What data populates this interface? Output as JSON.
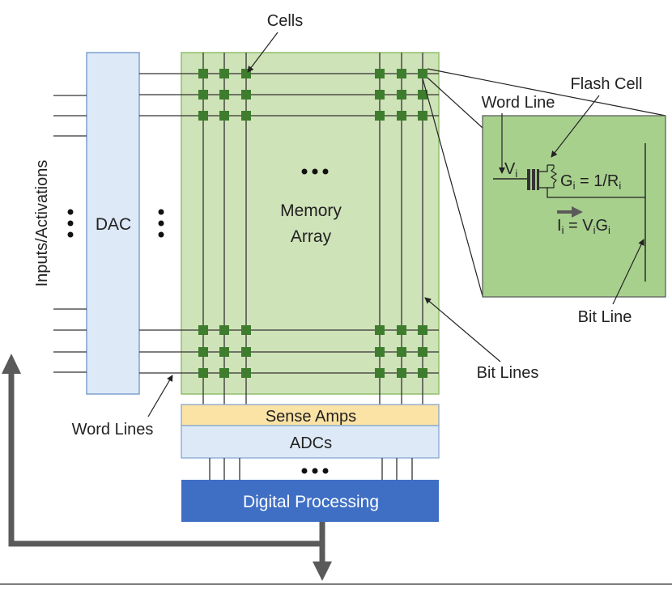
{
  "labels": {
    "cells": "Cells",
    "flash_cell": "Flash Cell",
    "word_line": "Word Line",
    "inputs_activations": "Inputs/Activations",
    "dac": "DAC",
    "memory_array_line1": "Memory",
    "memory_array_line2": "Array",
    "sense_amps": "Sense Amps",
    "adcs": "ADCs",
    "digital_processing": "Digital Processing",
    "word_lines": "Word Lines",
    "bit_lines": "Bit Lines",
    "bit_line": "Bit Line",
    "ellipsis": "•••"
  },
  "inset": {
    "v_main": "V",
    "v_sub": "i",
    "g_main": "G",
    "g_sub": "i",
    "g_eq": " = 1/R",
    "r_sub": "i",
    "i_main": "I",
    "i_sub": "i",
    "i_eq": " = V",
    "i_v_sub": "i",
    "i_g": "G",
    "i_g_sub": "i"
  },
  "colors": {
    "memory_array_fill": "#cfe3b8",
    "memory_array_border": "#8fbf6a",
    "cell": "#3e7d2e",
    "dac_fill": "#dde9f7",
    "dac_border": "#7da1cf",
    "sense_amps_fill": "#fbe3a5",
    "adcs_fill": "#dde9f7",
    "digital_processing_fill": "#3f6fc4",
    "inset_fill": "#a8d08d",
    "arrow_gray": "#5a5a5a"
  }
}
